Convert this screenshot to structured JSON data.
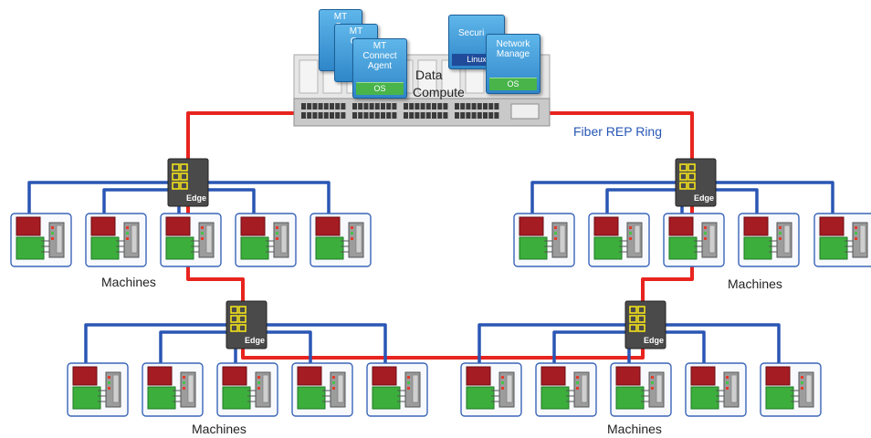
{
  "server": {
    "data_label": "Data",
    "compute_label": "Compute",
    "apps": {
      "mt_back": "MT\nCo",
      "mt_mid": "MT\nCo",
      "mt_front": "MT\nConnect\nAgent",
      "security": "Securi",
      "linux": "Linux",
      "network": "Network\nManage",
      "os": "OS"
    }
  },
  "ring_label": "Fiber REP Ring",
  "edge_label": "Edge",
  "machines_label": "Machines",
  "colors": {
    "ring": "#e8241e",
    "blue_link": "#2a56b4",
    "machine_red": "#a51c22",
    "machine_green": "#3cae3c",
    "switch": "#4a4a4a",
    "port": "#f2e21a"
  }
}
